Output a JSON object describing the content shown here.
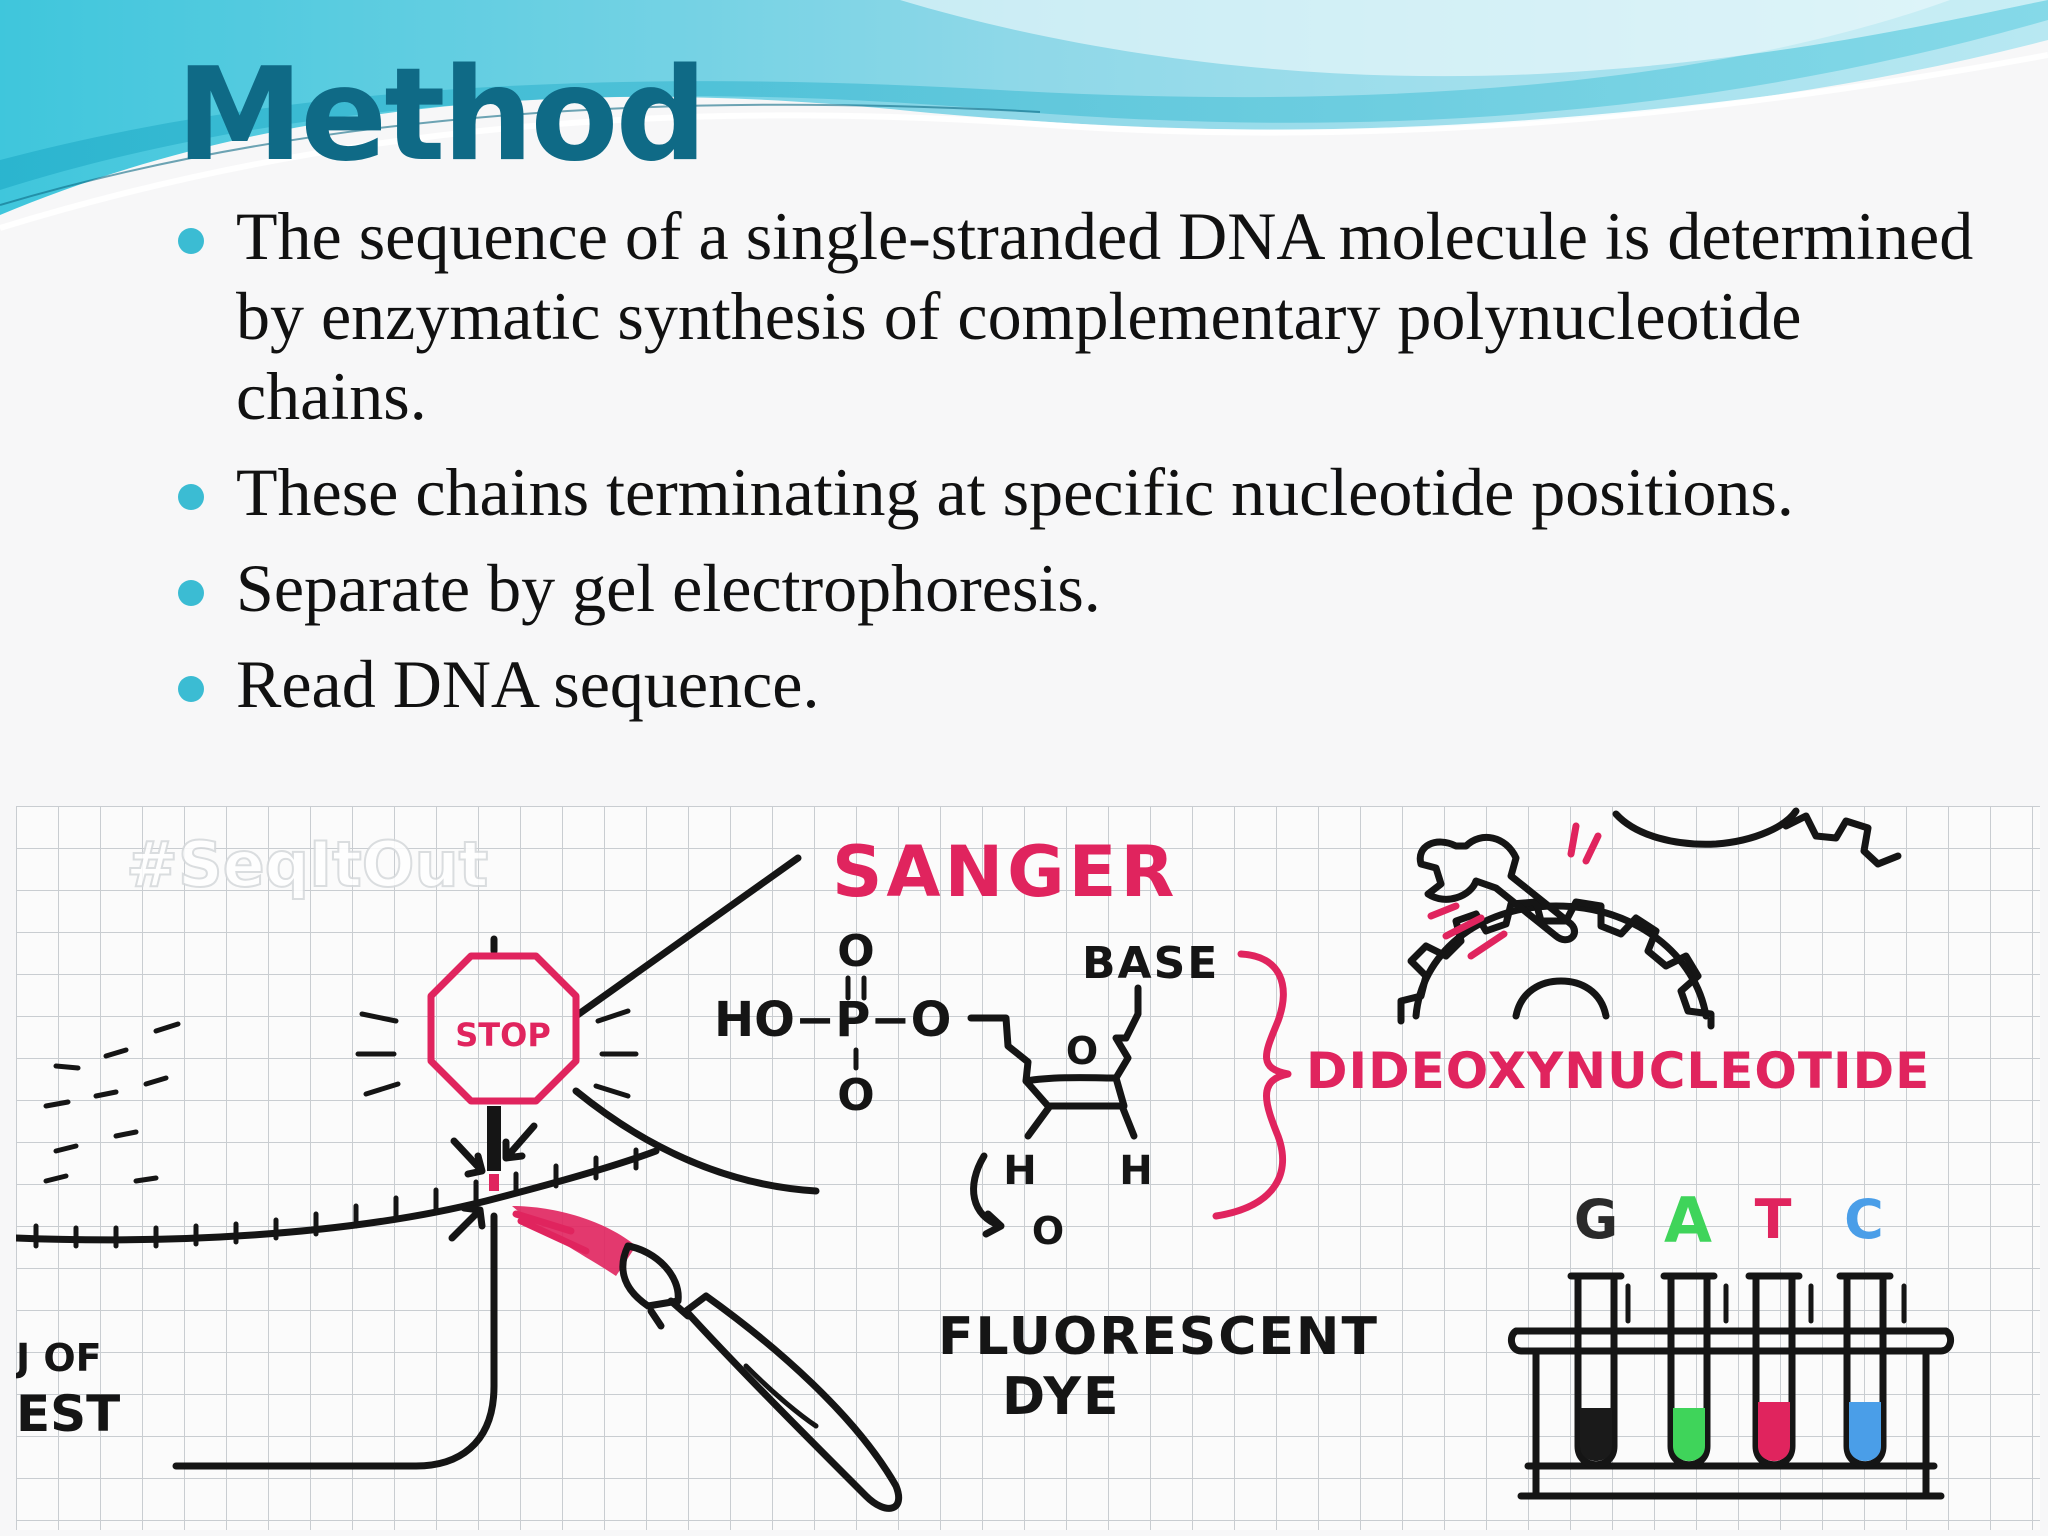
{
  "slide": {
    "title": "Method",
    "bullets": [
      "The sequence of a single-stranded DNA molecule is determined by enzymatic synthesis of complementary polynucleotide chains.",
      "These chains terminating at specific nucleotide positions.",
      "Separate by gel electrophoresis.",
      "Read DNA sequence."
    ],
    "accent_color": "#3bbcd3",
    "title_color": "#0f6a86"
  },
  "figure": {
    "watermark": "#SeqItOut",
    "heading": "SANGER",
    "stop_sign": "STOP",
    "molecule": {
      "phosphate_top_o": "O",
      "phosphate_row": "HO−P−O",
      "phosphate_bottom_o": "O",
      "ring_o": "O",
      "base_label": "BASE",
      "h_left": "H",
      "h_right": "H",
      "missing_o": "O"
    },
    "dideoxy_label": "DIDEOXYNUCLEOTIDE",
    "dye_label_line1": "FLUORESCENT",
    "dye_label_line2": "DYE",
    "cut_label_line1": "J OF",
    "cut_label_line2": "EST",
    "tube_letters": [
      {
        "letter": "G",
        "color": "#2a2a2a"
      },
      {
        "letter": "A",
        "color": "#3fd45a"
      },
      {
        "letter": "T",
        "color": "#e0245e"
      },
      {
        "letter": "C",
        "color": "#4a9ee8"
      }
    ],
    "tube_colors": [
      "#1a1a1a",
      "#3fd45a",
      "#e0245e",
      "#4a9ee8"
    ],
    "ink_color": "#151515",
    "highlight_color": "#e0245e",
    "icons": [
      "stop-sign-icon",
      "paintbrush-icon",
      "gear-icon",
      "wrench-icon",
      "test-tube-rack-icon"
    ]
  }
}
